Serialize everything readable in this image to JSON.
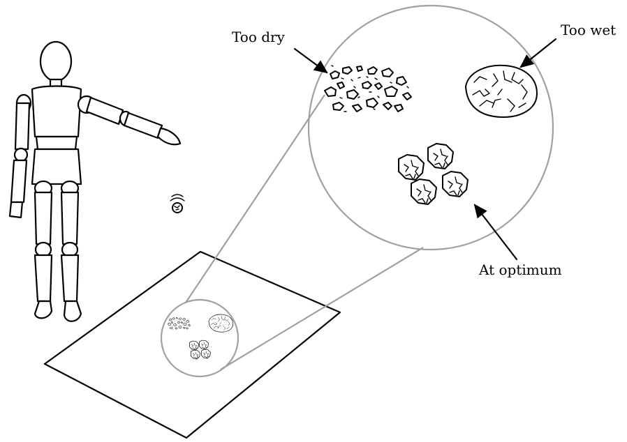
{
  "labels": {
    "too_dry": "Too dry",
    "too_wet": "Too wet",
    "at_optimum": "At optimum"
  },
  "colors": {
    "ink": "#000000",
    "magnifier_outline": "#a0a0a0",
    "background": "#ffffff"
  }
}
